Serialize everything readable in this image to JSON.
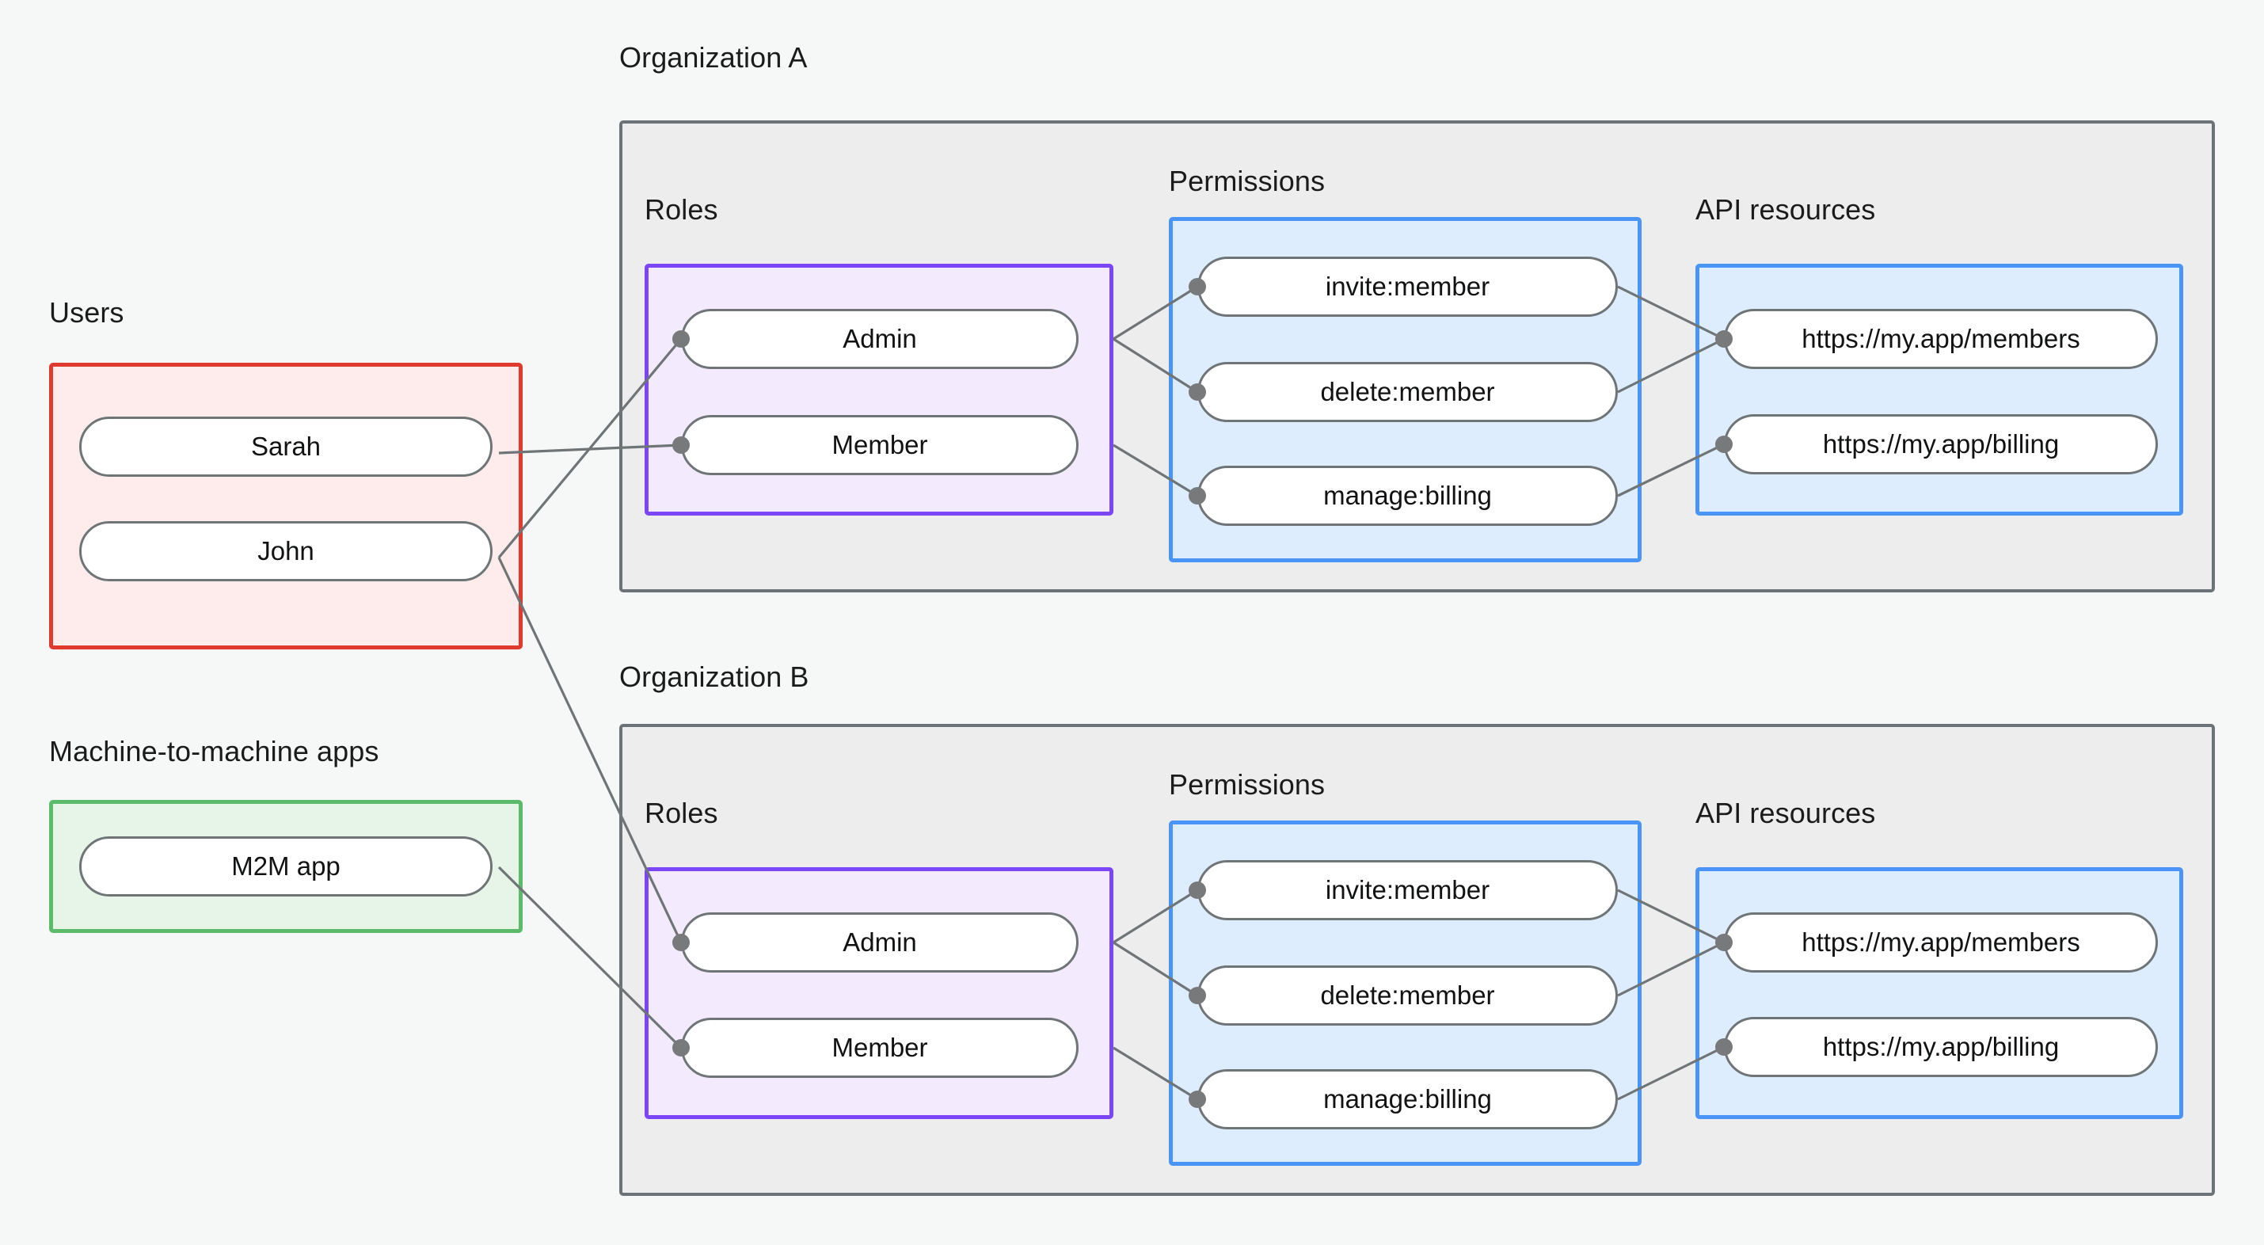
{
  "diagram": {
    "title_visible": false,
    "background_color": "#f6f8f8"
  },
  "colors": {
    "users_border": "#e03a2f",
    "users_fill": "#fdeceb",
    "m2m_border": "#5cba6b",
    "m2m_fill": "#e7f5e9",
    "org_border": "#6c7378",
    "org_fill": "#ededed",
    "roles_border": "#7b45f8",
    "roles_fill": "#f3ebfd",
    "permissions_border": "#4a94f7",
    "permissions_fill": "#ddedfd",
    "api_border": "#4a94f7",
    "api_fill": "#ddedfd",
    "pill_border": "#6f7577",
    "pill_fill": "#ffffff",
    "edge_line": "#6f7577",
    "text": "#1b1b1b"
  },
  "left_column": {
    "users": {
      "label": "Users",
      "items": [
        {
          "label": "Sarah"
        },
        {
          "label": "John"
        }
      ]
    },
    "m2m": {
      "label": "Machine-to-machine apps",
      "items": [
        {
          "label": "M2M app"
        }
      ]
    }
  },
  "organizations": [
    {
      "title": "Organization A",
      "roles": {
        "label": "Roles",
        "items": [
          {
            "label": "Admin"
          },
          {
            "label": "Member"
          }
        ]
      },
      "permissions": {
        "label": "Permissions",
        "items": [
          {
            "label": "invite:member"
          },
          {
            "label": "delete:member"
          },
          {
            "label": "manage:billing"
          }
        ]
      },
      "api_resources": {
        "label": "API resources",
        "items": [
          {
            "label": "https://my.app/members"
          },
          {
            "label": "https://my.app/billing"
          }
        ]
      }
    },
    {
      "title": "Organization B",
      "roles": {
        "label": "Roles",
        "items": [
          {
            "label": "Admin"
          },
          {
            "label": "Member"
          }
        ]
      },
      "permissions": {
        "label": "Permissions",
        "items": [
          {
            "label": "invite:member"
          },
          {
            "label": "delete:member"
          },
          {
            "label": "manage:billing"
          }
        ]
      },
      "api_resources": {
        "label": "API resources",
        "items": [
          {
            "label": "https://my.app/members"
          },
          {
            "label": "https://my.app/billing"
          }
        ]
      }
    }
  ],
  "connections": [
    {
      "from": "Sarah",
      "to": "Organization A / Member"
    },
    {
      "from": "John",
      "to": "Organization A / Admin"
    },
    {
      "from": "John",
      "to": "Organization B / Admin"
    },
    {
      "from": "M2M app",
      "to": "Organization B / Member"
    },
    {
      "from": "Organization A / Admin",
      "to": "Organization A / invite:member"
    },
    {
      "from": "Organization A / Admin",
      "to": "Organization A / delete:member"
    },
    {
      "from": "Organization A / Member",
      "to": "Organization A / manage:billing"
    },
    {
      "from": "Organization A / invite:member",
      "to": "Organization A / https://my.app/members"
    },
    {
      "from": "Organization A / delete:member",
      "to": "Organization A / https://my.app/members"
    },
    {
      "from": "Organization A / manage:billing",
      "to": "Organization A / https://my.app/billing"
    },
    {
      "from": "Organization B / Admin",
      "to": "Organization B / invite:member"
    },
    {
      "from": "Organization B / Admin",
      "to": "Organization B / delete:member"
    },
    {
      "from": "Organization B / Member",
      "to": "Organization B / manage:billing"
    },
    {
      "from": "Organization B / invite:member",
      "to": "Organization B / https://my.app/members"
    },
    {
      "from": "Organization B / delete:member",
      "to": "Organization B / https://my.app/members"
    },
    {
      "from": "Organization B / manage:billing",
      "to": "Organization B / https://my.app/billing"
    }
  ]
}
